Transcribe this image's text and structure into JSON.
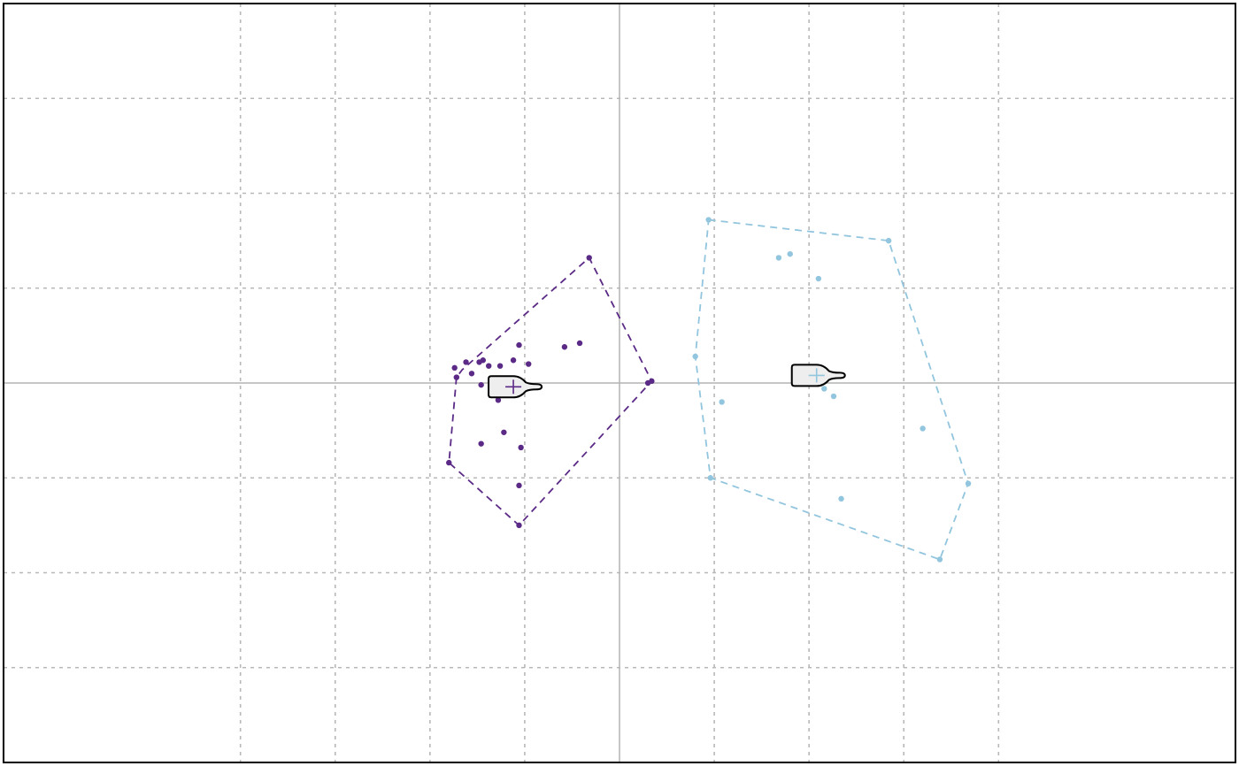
{
  "chart_data": {
    "type": "scatter",
    "title": "",
    "xlabel": "",
    "ylabel": "",
    "xlim": [
      -3.25,
      3.25
    ],
    "ylim": [
      -2.0,
      2.0
    ],
    "grid": true,
    "gridlines_x": [
      -2.0,
      -1.5,
      -1.0,
      -0.5,
      0.5,
      1.0,
      1.5,
      2.0
    ],
    "gridlines_y": [
      -1.5,
      -1.0,
      -0.5,
      0.5,
      1.0,
      1.5
    ],
    "zero_lines": true,
    "series": [
      {
        "color": "#5b2a86",
        "points": [
          [
            -0.86,
            0.03
          ],
          [
            -0.9,
            -0.42
          ],
          [
            -0.53,
            -0.75
          ],
          [
            -0.16,
            0.66
          ],
          [
            0.17,
            0.01
          ],
          [
            0.15,
            0.0
          ],
          [
            -0.87,
            0.08
          ],
          [
            -0.81,
            0.11
          ],
          [
            -0.78,
            0.05
          ],
          [
            -0.74,
            0.11
          ],
          [
            -0.72,
            0.12
          ],
          [
            -0.69,
            0.09
          ],
          [
            -0.63,
            0.09
          ],
          [
            -0.56,
            0.12
          ],
          [
            -0.48,
            0.1
          ],
          [
            -0.53,
            0.2
          ],
          [
            -0.29,
            0.19
          ],
          [
            -0.21,
            0.21
          ],
          [
            -0.73,
            -0.01
          ],
          [
            -0.66,
            -0.02
          ],
          [
            -0.55,
            -0.02
          ],
          [
            -0.64,
            -0.09
          ],
          [
            -0.61,
            -0.26
          ],
          [
            -0.73,
            -0.32
          ],
          [
            -0.52,
            -0.34
          ],
          [
            -0.53,
            -0.54
          ]
        ],
        "hull": [
          [
            -0.86,
            0.03
          ],
          [
            -0.9,
            -0.42
          ],
          [
            -0.53,
            -0.75
          ],
          [
            0.17,
            0.01
          ],
          [
            -0.16,
            0.66
          ],
          [
            -0.83,
            0.07
          ]
        ],
        "centroid": [
          -0.56,
          -0.02
        ],
        "centroid_marker": "wine-bottle-icon"
      },
      {
        "color": "#92c5de",
        "points": [
          [
            0.47,
            0.86
          ],
          [
            1.42,
            0.75
          ],
          [
            1.84,
            -0.53
          ],
          [
            1.69,
            -0.93
          ],
          [
            0.48,
            -0.5
          ],
          [
            0.4,
            0.14
          ],
          [
            0.84,
            0.66
          ],
          [
            0.9,
            0.68
          ],
          [
            1.05,
            0.55
          ],
          [
            0.54,
            -0.1
          ],
          [
            1.08,
            -0.03
          ],
          [
            1.13,
            -0.07
          ],
          [
            1.6,
            -0.24
          ],
          [
            1.17,
            -0.61
          ]
        ],
        "hull": [
          [
            0.47,
            0.86
          ],
          [
            1.42,
            0.75
          ],
          [
            1.84,
            -0.53
          ],
          [
            1.69,
            -0.93
          ],
          [
            0.48,
            -0.5
          ],
          [
            0.4,
            0.14
          ]
        ],
        "centroid": [
          1.04,
          0.04
        ],
        "centroid_marker": "wine-bottle-icon"
      }
    ]
  }
}
